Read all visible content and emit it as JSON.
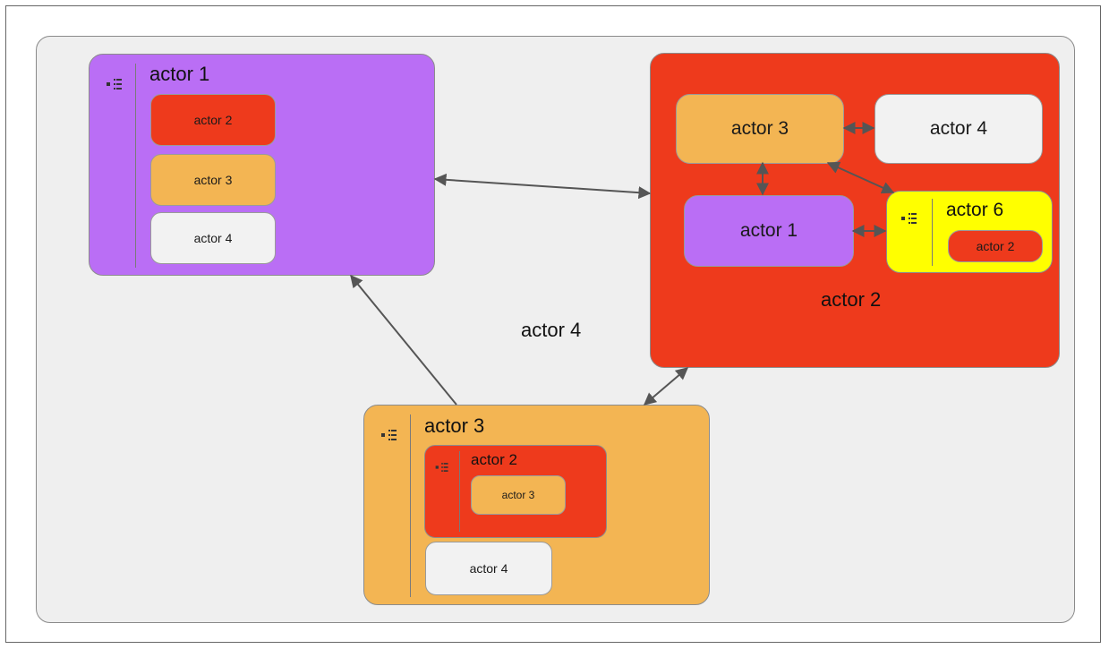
{
  "colors": {
    "purple": "#ba6ef5",
    "red": "#ee3a1c",
    "orange": "#f3b553",
    "white": "#f2f2f2",
    "yellow": "#ffff00",
    "canvas": "#efefef"
  },
  "icons": {
    "group": "tree-list-icon"
  },
  "diagram": {
    "actor1_group": {
      "title": "actor 1",
      "items": [
        "actor 2",
        "actor 3",
        "actor 4"
      ]
    },
    "actor2_group": {
      "label": "actor 2",
      "inner": {
        "actor3": "actor 3",
        "actor4": "actor 4",
        "actor1": "actor 1",
        "actor6": {
          "title": "actor 6",
          "item": "actor 2"
        }
      }
    },
    "floating_label": "actor 4",
    "actor3_group": {
      "title": "actor 3",
      "nested": {
        "title": "actor 2",
        "item": "actor 3"
      },
      "item": "actor 4"
    }
  }
}
